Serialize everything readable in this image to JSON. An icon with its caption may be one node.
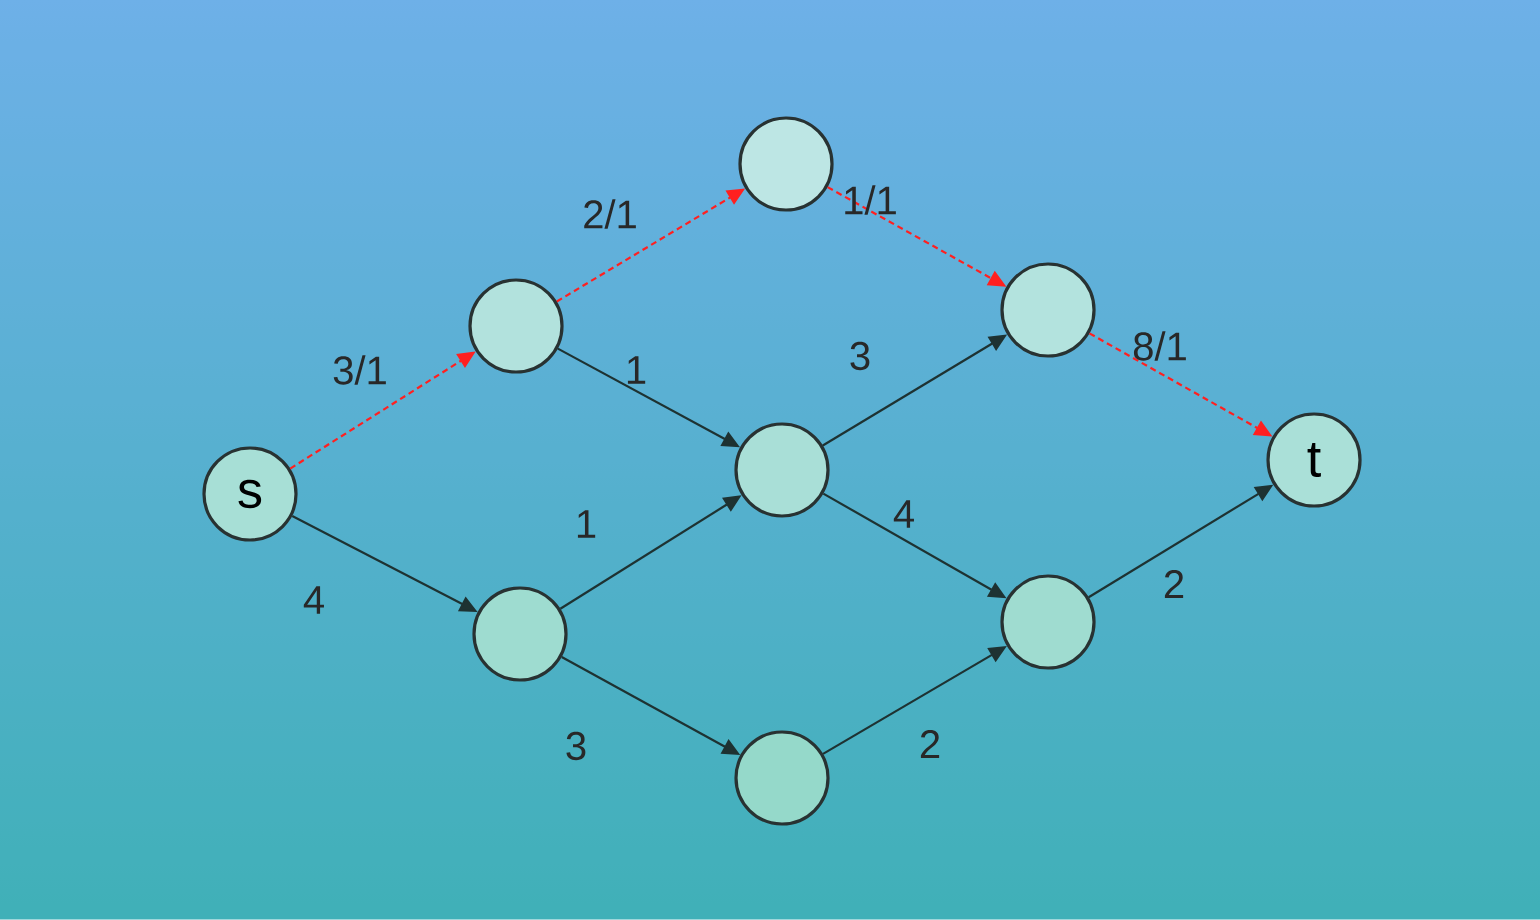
{
  "diagram": {
    "nodes": [
      {
        "text": [
          "s"
        ]
      },
      {
        "text": [],
        "shape": "circle"
      },
      {
        "text": [],
        "shape": "circle"
      },
      {
        "text": [],
        "shape": "circle"
      },
      {
        "text": [
          "t"
        ]
      },
      {
        "text": [],
        "shape": "circle"
      },
      {
        "text": [],
        "shape": "circle"
      },
      {
        "text": [],
        "shape": "circle"
      },
      {
        "text": [],
        "shape": "circle"
      }
    ],
    "edges": [
      {
        "from": 0,
        "to": 1,
        "arrow": "to",
        "label": "3/1",
        "style": "dashed",
        "color": "#ff2020"
      },
      {
        "from": 1,
        "to": 2,
        "arrow": "to",
        "label": "2/1",
        "style": "dashed",
        "color": "#ff2020"
      },
      {
        "from": 2,
        "to": 3,
        "arrow": "to",
        "label": "1/1",
        "style": "dashed",
        "color": "#ff2020"
      },
      {
        "from": 3,
        "to": 4,
        "arrow": "to",
        "label": "8/1",
        "style": "dashed",
        "color": "#ff2020"
      },
      {
        "from": 1,
        "to": 5,
        "arrow": "to",
        "label": "1"
      },
      {
        "from": 5,
        "to": 3,
        "arrow": "to",
        "label": "3"
      },
      {
        "from": 5,
        "to": 8,
        "arrow": "to",
        "label": "4"
      },
      {
        "from": 0,
        "to": 6,
        "arrow": "to",
        "label": "4"
      },
      {
        "from": 6,
        "to": 5,
        "arrow": "to",
        "label": "1"
      },
      {
        "from": 6,
        "to": 7,
        "arrow": "to",
        "label": "3"
      },
      {
        "from": 7,
        "to": 8,
        "arrow": "to",
        "label": "2"
      },
      {
        "from": 8,
        "to": 4,
        "arrow": "to",
        "label": "2"
      }
    ]
  }
}
